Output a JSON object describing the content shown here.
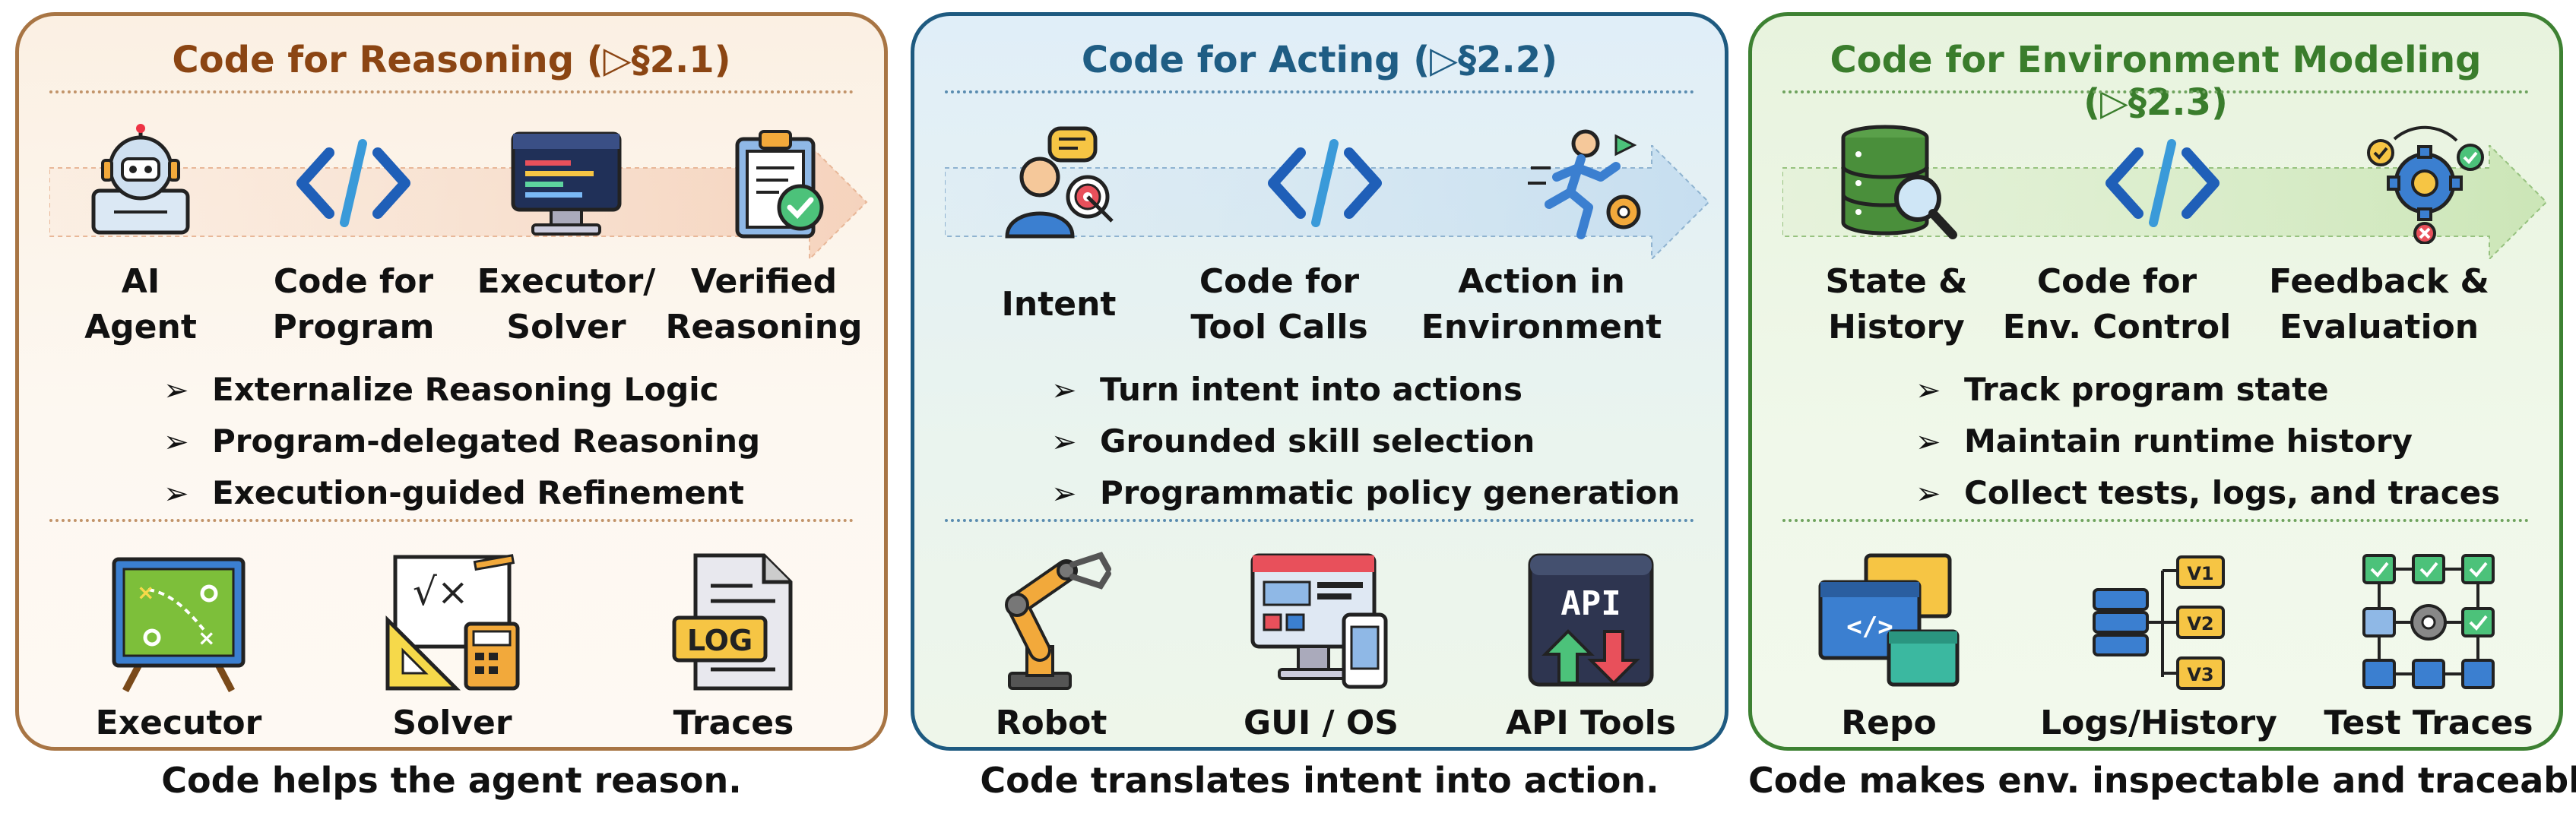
{
  "panels": {
    "reasoning": {
      "title": "Code for Reasoning (▷§2.1)",
      "nodes": [
        {
          "line1": "AI",
          "line2": "Agent",
          "icon": "robot-agent-icon"
        },
        {
          "line1": "Code for",
          "line2": "Program",
          "icon": "code-brackets-icon"
        },
        {
          "line1": "Executor/",
          "line2": "Solver",
          "icon": "code-monitor-icon"
        },
        {
          "line1": "Verified",
          "line2": "Reasoning",
          "icon": "clipboard-check-icon"
        }
      ],
      "bullets": [
        "Externalize Reasoning Logic",
        "Program-delegated Reasoning",
        "Execution-guided Refinement"
      ],
      "tools": [
        {
          "label": "Executor",
          "icon": "strategy-board-icon"
        },
        {
          "label": "Solver",
          "icon": "math-tools-icon"
        },
        {
          "label": "Traces",
          "icon": "log-file-icon",
          "badge": "LOG"
        }
      ],
      "caption": "Code helps the agent reason."
    },
    "acting": {
      "title": "Code for Acting (▷§2.2)",
      "nodes": [
        {
          "line1": "Intent",
          "line2": "",
          "icon": "person-target-icon"
        },
        {
          "line1": "Code for",
          "line2": "Tool Calls",
          "icon": "code-brackets-icon"
        },
        {
          "line1": "Action in",
          "line2": "Environment",
          "icon": "running-person-gear-icon"
        }
      ],
      "bullets": [
        "Turn intent into actions",
        "Grounded skill selection",
        "Programmatic policy generation"
      ],
      "tools": [
        {
          "label": "Robot",
          "icon": "robot-arm-icon"
        },
        {
          "label": "GUI / OS",
          "icon": "gui-devices-icon"
        },
        {
          "label": "API Tools",
          "icon": "api-arrows-icon",
          "badge": "API"
        }
      ],
      "caption": "Code translates intent into action."
    },
    "env": {
      "title": "Code for Environment Modeling (▷§2.3)",
      "nodes": [
        {
          "line1": "State &",
          "line2": "History",
          "icon": "database-search-icon"
        },
        {
          "line1": "Code for",
          "line2": "Env. Control",
          "icon": "code-brackets-icon"
        },
        {
          "line1": "Feedback &",
          "line2": "Evaluation",
          "icon": "gear-feedback-icon"
        }
      ],
      "bullets": [
        "Track program state",
        "Maintain runtime history",
        "Collect tests, logs, and traces"
      ],
      "tools": [
        {
          "label": "Repo",
          "icon": "code-windows-icon"
        },
        {
          "label": "Logs/History",
          "icon": "versions-stack-icon",
          "v1": "V1",
          "v2": "V2",
          "v3": "V3"
        },
        {
          "label": "Test Traces",
          "icon": "test-flow-icon"
        }
      ],
      "caption": "Code makes env. inspectable and traceable."
    }
  },
  "bullet_marker": "➢",
  "colors": {
    "reasoning_title": "#8b4513",
    "acting_title": "#1f5d84",
    "env_title": "#3a7d2c",
    "code_bracket_blue": "#1f5fb8"
  }
}
